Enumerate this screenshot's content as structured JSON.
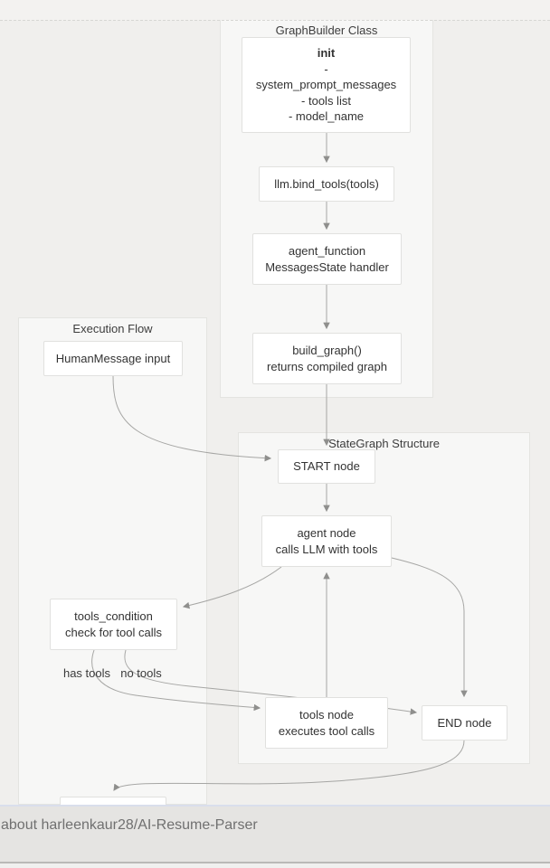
{
  "diagram": {
    "groups": [
      {
        "id": "graphbuilder",
        "label": "GraphBuilder Class"
      },
      {
        "id": "execution",
        "label": "Execution Flow"
      },
      {
        "id": "stategraph",
        "label": "StateGraph Structure"
      }
    ],
    "nodes": [
      {
        "id": "init",
        "lines": [
          "init",
          "-",
          "system_prompt_messages",
          "- tools list",
          "- model_name"
        ]
      },
      {
        "id": "bind_tools",
        "lines": [
          "llm.bind_tools(tools)"
        ]
      },
      {
        "id": "agent_function",
        "lines": [
          "agent_function",
          "MessagesState handler"
        ]
      },
      {
        "id": "build_graph",
        "lines": [
          "build_graph()",
          "returns compiled graph"
        ]
      },
      {
        "id": "human_message",
        "lines": [
          "HumanMessage input"
        ]
      },
      {
        "id": "start_node",
        "lines": [
          "START node"
        ]
      },
      {
        "id": "agent_node",
        "lines": [
          "agent node",
          "calls LLM with tools"
        ]
      },
      {
        "id": "tools_condition",
        "lines": [
          "tools_condition",
          "check for tool calls"
        ]
      },
      {
        "id": "tools_node",
        "lines": [
          "tools node",
          "executes tool calls"
        ]
      },
      {
        "id": "end_node",
        "lines": [
          "END node"
        ]
      }
    ],
    "edge_labels": [
      {
        "text": "has tools"
      },
      {
        "text": "no tools"
      }
    ]
  },
  "status_bar": {
    "text": "about harleenkaur28/AI-Resume-Parser"
  },
  "colors": {
    "canvas": "#f0efed",
    "panel": "#f7f7f6",
    "node_bg": "#ffffff",
    "node_border": "#e1e1df",
    "edge": "#a6a6a4",
    "status_bar_bg": "#e5e4e2"
  }
}
